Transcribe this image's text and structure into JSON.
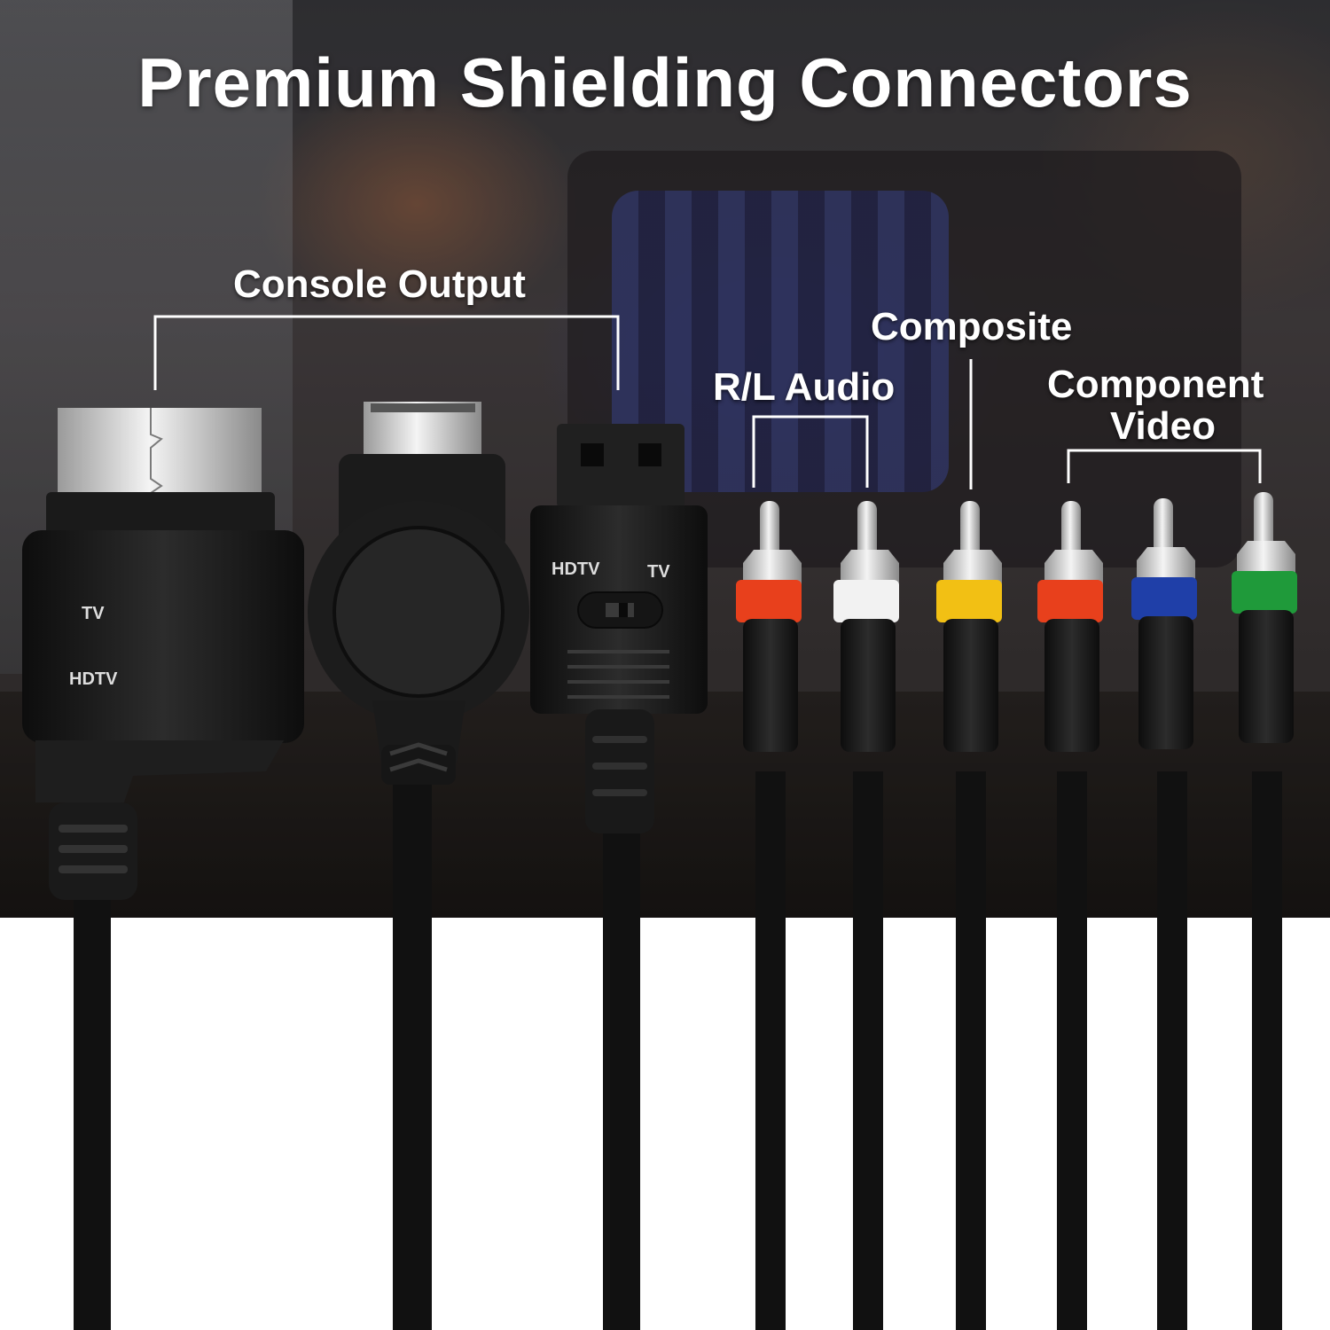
{
  "title": "Premium Shielding Connectors",
  "labels": {
    "console_output": "Console Output",
    "rl_audio": "R/L Audio",
    "composite": "Composite",
    "component_video_line1": "Component",
    "component_video_line2": "Video"
  },
  "connector_text": {
    "xbox_tv": "TV",
    "xbox_hdtv": "HDTV",
    "wii_hdtv": "HDTV",
    "wii_tv": "TV"
  },
  "rca_plugs": [
    {
      "name": "audio-right",
      "color": "#e8401c"
    },
    {
      "name": "audio-left",
      "color": "#f2f2f2"
    },
    {
      "name": "composite-video",
      "color": "#f2c014"
    },
    {
      "name": "component-pr",
      "color": "#e8401c"
    },
    {
      "name": "component-pb",
      "color": "#1f3fa8"
    },
    {
      "name": "component-y",
      "color": "#1f9a3a"
    }
  ],
  "colors": {
    "cable": "#111111",
    "plug_body": "#1d1d1d",
    "label_text": "#ffffff"
  }
}
